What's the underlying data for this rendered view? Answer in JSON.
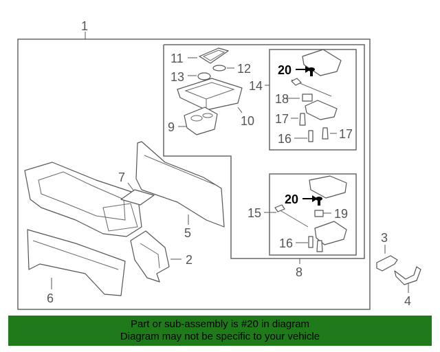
{
  "callouts": {
    "c1": "1",
    "c2": "2",
    "c3": "3",
    "c4": "4",
    "c5": "5",
    "c6": "6",
    "c7": "7",
    "c8": "8",
    "c9": "9",
    "c10": "10",
    "c11": "11",
    "c12": "12",
    "c13": "13",
    "c14": "14",
    "c15": "15",
    "c16a": "16",
    "c16b": "16",
    "c17a": "17",
    "c17b": "17",
    "c18": "18",
    "c19": "19",
    "c20a": "20",
    "c20b": "20"
  },
  "banner": {
    "line1": "Part or sub-assembly is #20 in diagram",
    "line2": "Diagram may not be specific to your vehicle",
    "color": "#1f7a1a"
  },
  "colors": {
    "line": "#555555",
    "highlight": "#000000"
  }
}
